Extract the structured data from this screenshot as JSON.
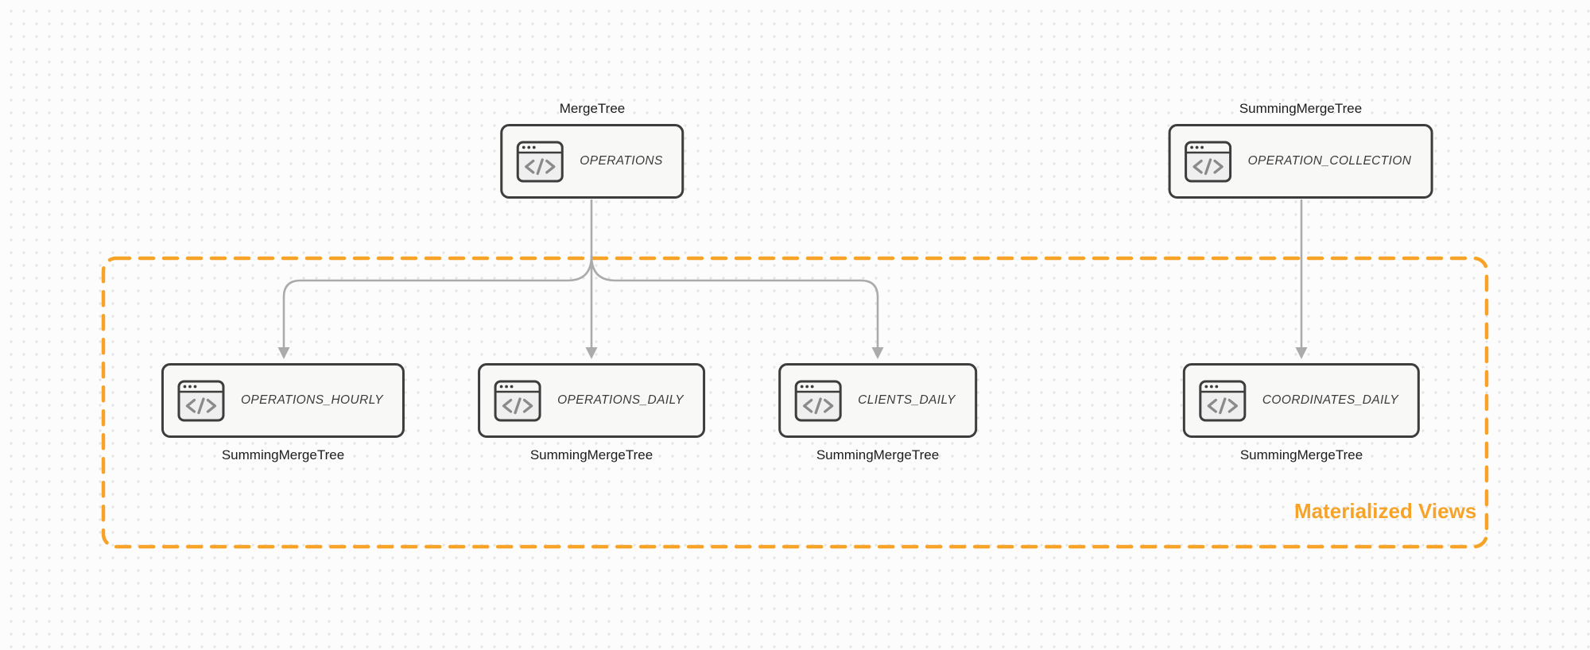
{
  "colors": {
    "accent": "#F6A327",
    "node_border": "#3D3D3D",
    "node_fill": "#F8F8F6",
    "icon_fill": "#EFEFEF",
    "icon_bar_fill": "#FAFAFA",
    "icon_glyph": "#8A8A8A",
    "arrow": "#ABABAB",
    "background": "#FCFCFC",
    "dot": "#E5E5E5",
    "node_text": "#3B3B3B",
    "label_text": "#1C1C1C"
  },
  "group": {
    "label": "Materialized Views"
  },
  "nodes": [
    {
      "title": "OPERATIONS",
      "engine": "MergeTree",
      "icon": "code-window-icon"
    },
    {
      "title": "OPERATION_COLLECTION",
      "engine": "SummingMergeTree",
      "icon": "code-window-icon"
    },
    {
      "title": "OPERATIONS_HOURLY",
      "engine": "SummingMergeTree",
      "icon": "code-window-icon"
    },
    {
      "title": "OPERATIONS_DAILY",
      "engine": "SummingMergeTree",
      "icon": "code-window-icon"
    },
    {
      "title": "CLIENTS_DAILY",
      "engine": "SummingMergeTree",
      "icon": "code-window-icon"
    },
    {
      "title": "COORDINATES_DAILY",
      "engine": "SummingMergeTree",
      "icon": "code-window-icon"
    }
  ],
  "edges": [
    {
      "from": "OPERATIONS",
      "to": "OPERATIONS_HOURLY"
    },
    {
      "from": "OPERATIONS",
      "to": "OPERATIONS_DAILY"
    },
    {
      "from": "OPERATIONS",
      "to": "CLIENTS_DAILY"
    },
    {
      "from": "OPERATION_COLLECTION",
      "to": "COORDINATES_DAILY"
    }
  ]
}
